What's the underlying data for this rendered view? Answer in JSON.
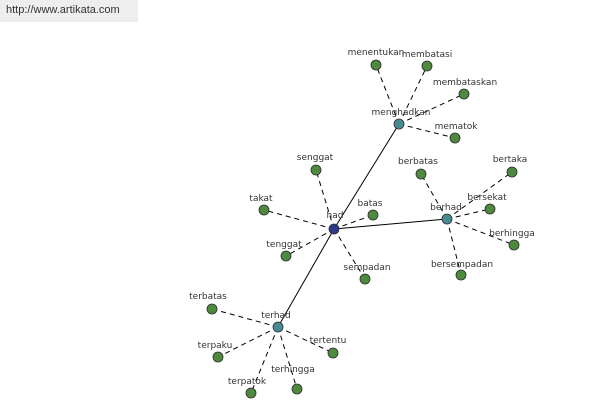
{
  "source": {
    "url": "http://www.artikata.com"
  },
  "colors": {
    "root": "#2e3a8c",
    "hub": "#4a8a94",
    "leaf": "#4e8a3e",
    "node_stroke": "#2c2c2c",
    "edge": "#000000"
  },
  "graph": {
    "root": {
      "id": "had",
      "label": "had"
    },
    "hubs": [
      {
        "id": "menghadkan",
        "label": "menghadkan"
      },
      {
        "id": "berhad",
        "label": "berhad"
      },
      {
        "id": "terhad",
        "label": "terhad"
      }
    ],
    "leaves": [
      {
        "id": "senggat",
        "label": "senggat",
        "parent": "had"
      },
      {
        "id": "takat",
        "label": "takat",
        "parent": "had"
      },
      {
        "id": "batas",
        "label": "batas",
        "parent": "had"
      },
      {
        "id": "tenggat",
        "label": "tenggat",
        "parent": "had"
      },
      {
        "id": "sempadan",
        "label": "sempadan",
        "parent": "had"
      },
      {
        "id": "menentukan",
        "label": "menentukan",
        "parent": "menghadkan"
      },
      {
        "id": "membatasi",
        "label": "membatasi",
        "parent": "menghadkan"
      },
      {
        "id": "membataskan",
        "label": "membataskan",
        "parent": "menghadkan"
      },
      {
        "id": "mematok",
        "label": "mematok",
        "parent": "menghadkan"
      },
      {
        "id": "berbatas",
        "label": "berbatas",
        "parent": "berhad"
      },
      {
        "id": "bertaka",
        "label": "bertaka",
        "parent": "berhad"
      },
      {
        "id": "bersekat",
        "label": "bersekat",
        "parent": "berhad"
      },
      {
        "id": "berhingga",
        "label": "berhingga",
        "parent": "berhad"
      },
      {
        "id": "bersempadan",
        "label": "bersempadan",
        "parent": "berhad"
      },
      {
        "id": "terbatas",
        "label": "terbatas",
        "parent": "terhad"
      },
      {
        "id": "terpaku",
        "label": "terpaku",
        "parent": "terhad"
      },
      {
        "id": "tertentu",
        "label": "tertentu",
        "parent": "terhad"
      },
      {
        "id": "terpatok",
        "label": "terpatok",
        "parent": "terhad"
      },
      {
        "id": "terhingga",
        "label": "terhingga",
        "parent": "terhad"
      }
    ]
  }
}
